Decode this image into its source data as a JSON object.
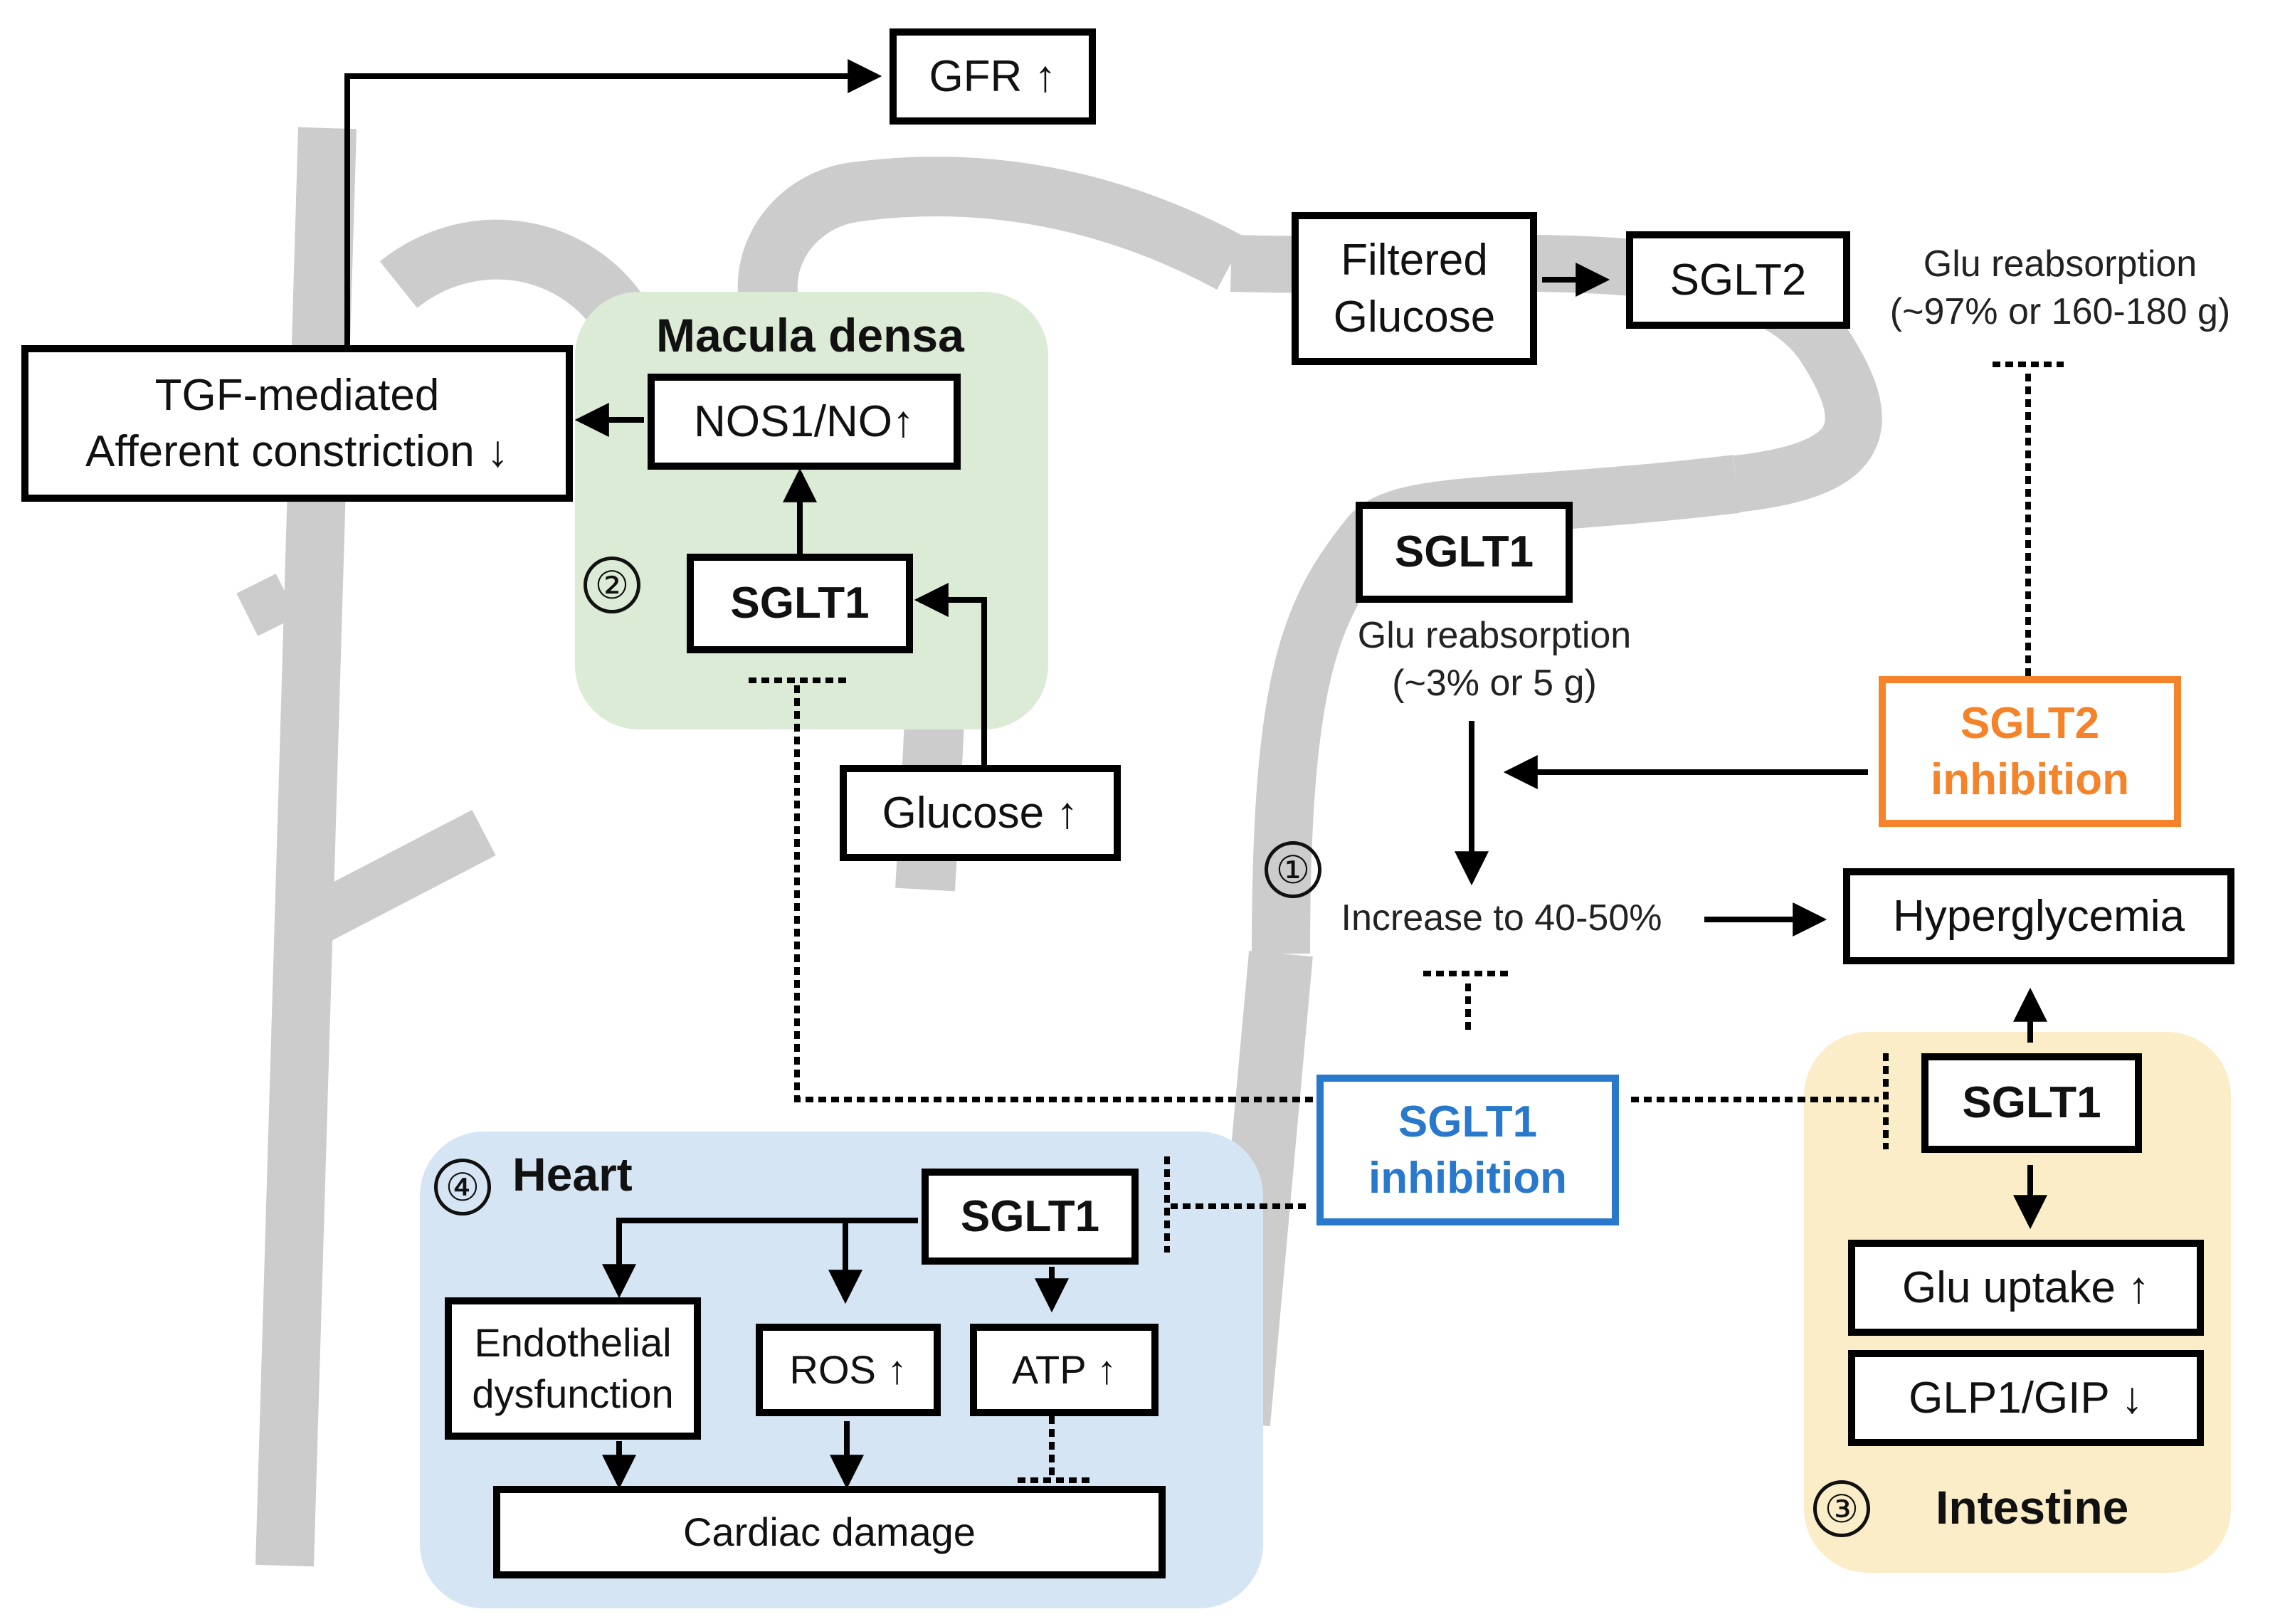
{
  "colors": {
    "tubule": "#cccccc",
    "macula_panel": "#dcebd5",
    "heart_panel": "#d6e5f4",
    "intestine_panel": "#fbedc7",
    "sglt2_inhibition": "#f5832a",
    "sglt1_inhibition": "#2878cc",
    "stroke": "#000000"
  },
  "boxes": {
    "gfr": "GFR ↑",
    "tgf": "TGF-mediated\nAfferent constriction ↓",
    "nos1": "NOS1/NO↑",
    "sglt1_macula": "SGLT1",
    "glucose": "Glucose ↑",
    "filtered_glucose": "Filtered\nGlucose",
    "sglt2": "SGLT2",
    "sglt1_kidney": "SGLT1",
    "sglt2_inhibition": "SGLT2\ninhibition",
    "hyperglycemia": "Hyperglycemia",
    "sglt1_inhibition": "SGLT1\ninhibition",
    "sglt1_heart": "SGLT1",
    "endothelial": "Endothelial\ndysfunction",
    "ros": "ROS ↑",
    "atp": "ATP ↑",
    "cardiac": "Cardiac damage",
    "sglt1_intestine": "SGLT1",
    "glu_uptake": "Glu uptake ↑",
    "glp1": "GLP1/GIP ↓"
  },
  "labels": {
    "sglt2_reabsorption": "Glu reabsorption\n(~97% or 160-180 g)",
    "sglt1_reabsorption": "Glu reabsorption\n(~3% or 5 g)",
    "increase": "Increase to 40-50%"
  },
  "panels": {
    "macula_title": "Macula densa",
    "heart_title": "Heart",
    "intestine_title": "Intestine"
  },
  "markers": {
    "m1": "①",
    "m2": "②",
    "m3": "③",
    "m4": "④"
  },
  "icons": {
    "arrowhead": "arrowhead-icon",
    "inhibition": "inhibition-bar-icon",
    "number_marker": "circled-number-icon"
  }
}
